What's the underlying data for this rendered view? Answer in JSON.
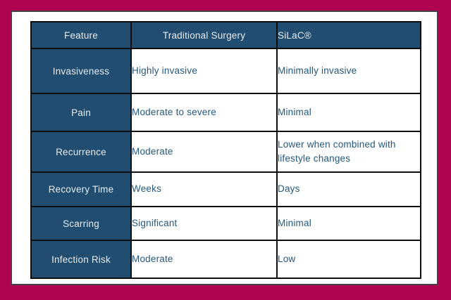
{
  "colors": {
    "frame": "#AF0551",
    "panel_border": "#454049",
    "table_border": "#0E0E0E",
    "cell_blue": "#214E70",
    "header_text": "#E8EBEE",
    "value_text": "#23587F",
    "cell_white": "#FFFFFF"
  },
  "table": {
    "headers": [
      "Feature",
      "Traditional Surgery",
      "SiLaC®"
    ],
    "rows": [
      {
        "feature": "Invasiveness",
        "traditional": "Highly invasive",
        "silac": "Minimally invasive"
      },
      {
        "feature": "Pain",
        "traditional": "Moderate to severe",
        "silac": "Minimal"
      },
      {
        "feature": "Recurrence",
        "traditional": "Moderate",
        "silac": "Lower when combined with lifestyle changes"
      },
      {
        "feature": "Recovery Time",
        "traditional": "Weeks",
        "silac": "Days"
      },
      {
        "feature": "Scarring",
        "traditional": "Significant",
        "silac": "Minimal"
      },
      {
        "feature": "Infection Risk",
        "traditional": "Moderate",
        "silac": "Low"
      }
    ]
  }
}
